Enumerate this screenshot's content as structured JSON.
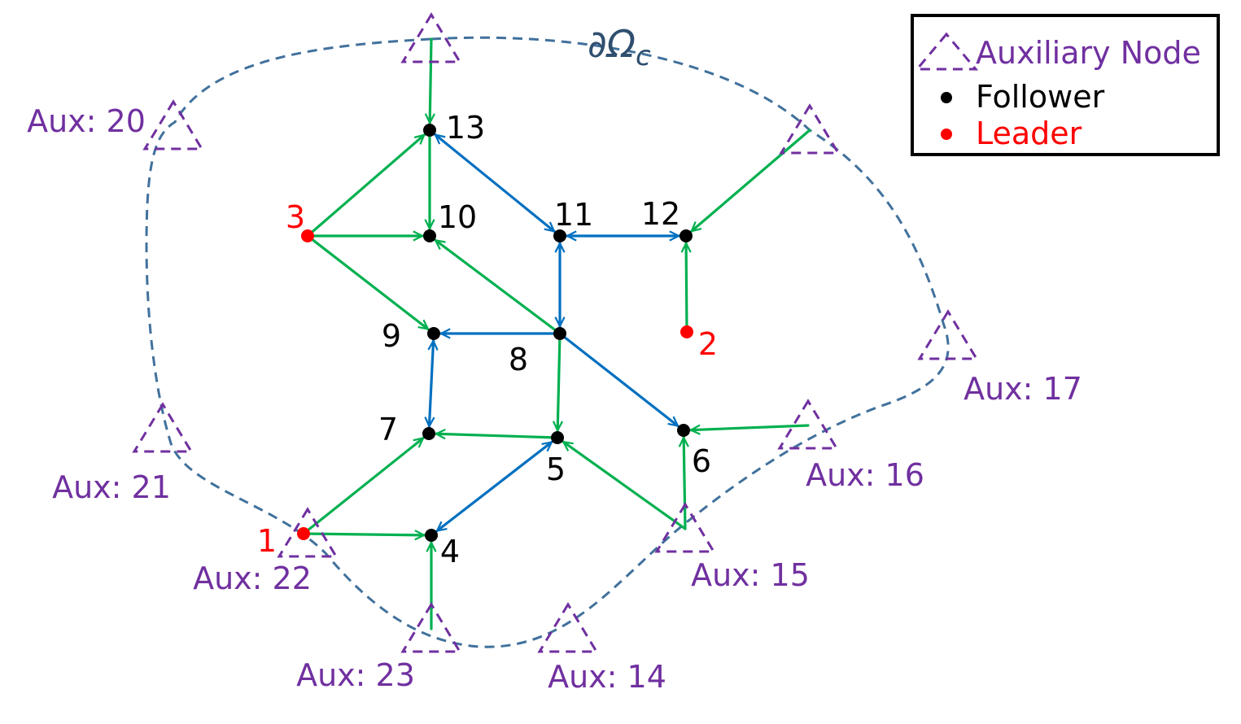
{
  "boundary_label": "∂Ω",
  "boundary_subscript": "c",
  "colors": {
    "auxiliary": "#7030a0",
    "follower": "#000000",
    "leader": "#ff0000",
    "boundary": "#41719c",
    "green_edge": "#00b050",
    "blue_edge": "#0070c0"
  },
  "legend": {
    "items": [
      {
        "kind": "auxiliary",
        "label": "Auxiliary Node"
      },
      {
        "kind": "follower",
        "label": "Follower"
      },
      {
        "kind": "leader",
        "label": "Leader"
      }
    ]
  },
  "nodes": [
    {
      "id": "1",
      "label": "1",
      "kind": "leader"
    },
    {
      "id": "2",
      "label": "2",
      "kind": "leader"
    },
    {
      "id": "3",
      "label": "3",
      "kind": "leader"
    },
    {
      "id": "4",
      "label": "4",
      "kind": "follower"
    },
    {
      "id": "5",
      "label": "5",
      "kind": "follower"
    },
    {
      "id": "6",
      "label": "6",
      "kind": "follower"
    },
    {
      "id": "7",
      "label": "7",
      "kind": "follower"
    },
    {
      "id": "8",
      "label": "8",
      "kind": "follower"
    },
    {
      "id": "9",
      "label": "9",
      "kind": "follower"
    },
    {
      "id": "10",
      "label": "10",
      "kind": "follower"
    },
    {
      "id": "11",
      "label": "11",
      "kind": "follower"
    },
    {
      "id": "12",
      "label": "12",
      "kind": "follower"
    },
    {
      "id": "13",
      "label": "13",
      "kind": "follower"
    }
  ],
  "auxiliary_nodes": [
    {
      "id": "top",
      "label": ""
    },
    {
      "id": "topright",
      "label": ""
    },
    {
      "id": "20",
      "label": "Aux: 20"
    },
    {
      "id": "17",
      "label": "Aux: 17"
    },
    {
      "id": "16",
      "label": "Aux: 16"
    },
    {
      "id": "21",
      "label": "Aux: 21"
    },
    {
      "id": "22",
      "label": "Aux: 22"
    },
    {
      "id": "15",
      "label": "Aux: 15"
    },
    {
      "id": "23",
      "label": "Aux: 23"
    },
    {
      "id": "14",
      "label": "Aux: 14"
    }
  ],
  "edges": [
    {
      "from": "top",
      "to": "13",
      "color": "green",
      "bidirectional": false
    },
    {
      "from": "3",
      "to": "13",
      "color": "green",
      "bidirectional": false
    },
    {
      "from": "3",
      "to": "10",
      "color": "green",
      "bidirectional": false
    },
    {
      "from": "3",
      "to": "9",
      "color": "green",
      "bidirectional": false
    },
    {
      "from": "13",
      "to": "10",
      "color": "green",
      "bidirectional": false
    },
    {
      "from": "13",
      "to": "11",
      "color": "blue",
      "bidirectional": true
    },
    {
      "from": "11",
      "to": "12",
      "color": "blue",
      "bidirectional": true
    },
    {
      "from": "11",
      "to": "8",
      "color": "blue",
      "bidirectional": true
    },
    {
      "from": "topright",
      "to": "12",
      "color": "green",
      "bidirectional": false
    },
    {
      "from": "2",
      "to": "12",
      "color": "green",
      "bidirectional": false
    },
    {
      "from": "8",
      "to": "10",
      "color": "green",
      "bidirectional": false
    },
    {
      "from": "8",
      "to": "9",
      "color": "blue",
      "bidirectional": false
    },
    {
      "from": "8",
      "to": "5",
      "color": "green",
      "bidirectional": false
    },
    {
      "from": "8",
      "to": "6",
      "color": "blue",
      "bidirectional": false
    },
    {
      "from": "9",
      "to": "7",
      "color": "blue",
      "bidirectional": true
    },
    {
      "from": "5",
      "to": "7",
      "color": "green",
      "bidirectional": false
    },
    {
      "from": "1",
      "to": "7",
      "color": "green",
      "bidirectional": false
    },
    {
      "from": "1",
      "to": "4",
      "color": "green",
      "bidirectional": false
    },
    {
      "from": "4",
      "to": "5",
      "color": "blue",
      "bidirectional": true
    },
    {
      "from": "16",
      "to": "6",
      "color": "green",
      "bidirectional": false
    },
    {
      "from": "15",
      "to": "6",
      "color": "green",
      "bidirectional": false
    },
    {
      "from": "15",
      "to": "5",
      "color": "green",
      "bidirectional": false
    },
    {
      "from": "23",
      "to": "4",
      "color": "green",
      "bidirectional": false
    }
  ]
}
